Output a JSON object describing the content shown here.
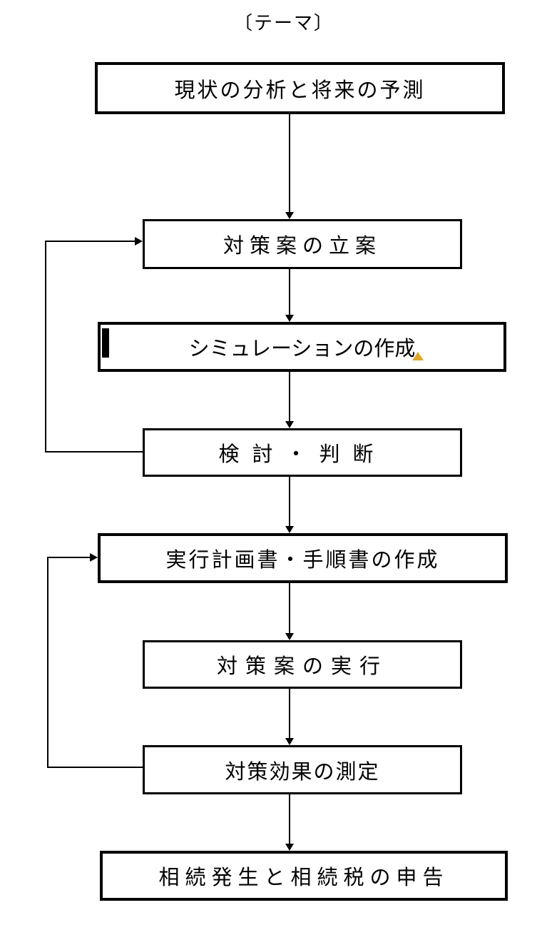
{
  "page": {
    "title": "〔テーマ〕",
    "background_color": "#ffffff",
    "border_color": "#000000",
    "text_color": "#000000"
  },
  "flowchart": {
    "nodes": [
      {
        "label": "現状の分析と将来の予測"
      },
      {
        "label": "対策案の立案"
      },
      {
        "label": "シミュレーションの作成"
      },
      {
        "label": "検討・判断"
      },
      {
        "label": "実行計画書・手順書の作成"
      },
      {
        "label": "対策案の実行"
      },
      {
        "label": "対策効果の測定"
      },
      {
        "label": "相続発生と相続税の申告"
      }
    ],
    "edges": [
      {
        "from": "現状の分析と将来の予測",
        "to": "対策案の立案",
        "type": "arrow-down"
      },
      {
        "from": "対策案の立案",
        "to": "シミュレーションの作成",
        "type": "arrow-down"
      },
      {
        "from": "シミュレーションの作成",
        "to": "検討・判断",
        "type": "arrow-down"
      },
      {
        "from": "検討・判断",
        "to": "対策案の立案",
        "type": "feedback-left"
      },
      {
        "from": "検討・判断",
        "to": "実行計画書・手順書の作成",
        "type": "arrow-down"
      },
      {
        "from": "実行計画書・手順書の作成",
        "to": "対策案の実行",
        "type": "arrow-down"
      },
      {
        "from": "対策案の実行",
        "to": "対策効果の測定",
        "type": "arrow-down"
      },
      {
        "from": "対策効果の測定",
        "to": "実行計画書・手順書の作成",
        "type": "feedback-left"
      },
      {
        "from": "対策効果の測定",
        "to": "相続発生と相続税の申告",
        "type": "arrow-down"
      }
    ],
    "overlays": {
      "text_cursor": {
        "color": "#000000"
      },
      "marker_triangle": {
        "shape": "triangle-up",
        "color": "#DFA62D"
      }
    }
  }
}
